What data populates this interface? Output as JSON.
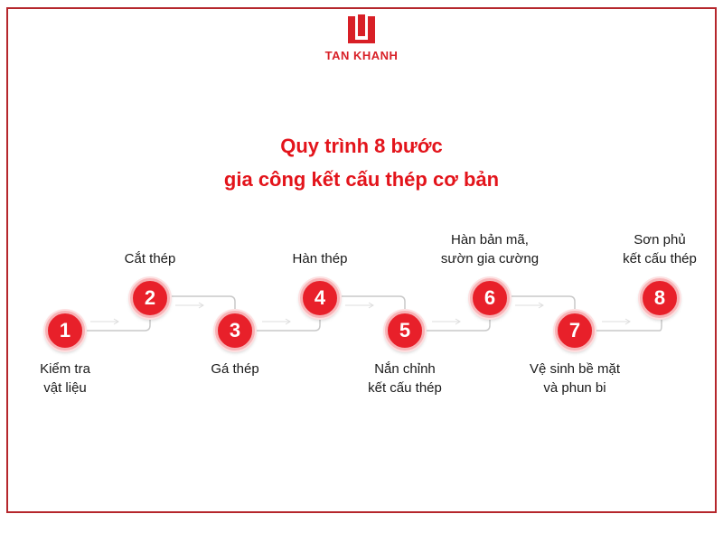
{
  "brand": {
    "name": "TAN KHANH",
    "color": "#d81f26"
  },
  "title": {
    "line1": "Quy trình 8 bước",
    "line2": "gia công kết cấu thép cơ bản"
  },
  "colors": {
    "accent": "#e3141b",
    "border": "#b5272c",
    "connector": "#c8c8c8"
  },
  "steps": [
    {
      "number": "1",
      "line1": "Kiểm tra",
      "line2": "vật liệu"
    },
    {
      "number": "2",
      "line1": "Cắt thép",
      "line2": ""
    },
    {
      "number": "3",
      "line1": "Gá thép",
      "line2": ""
    },
    {
      "number": "4",
      "line1": "Hàn thép",
      "line2": ""
    },
    {
      "number": "5",
      "line1": "Nắn chỉnh",
      "line2": "kết cấu thép"
    },
    {
      "number": "6",
      "line1": "Hàn bản mã,",
      "line2": "sườn gia cường"
    },
    {
      "number": "7",
      "line1": "Vệ sinh bề mặt",
      "line2": "và phun bi"
    },
    {
      "number": "8",
      "line1": "Sơn phủ",
      "line2": "kết cấu thép"
    }
  ]
}
